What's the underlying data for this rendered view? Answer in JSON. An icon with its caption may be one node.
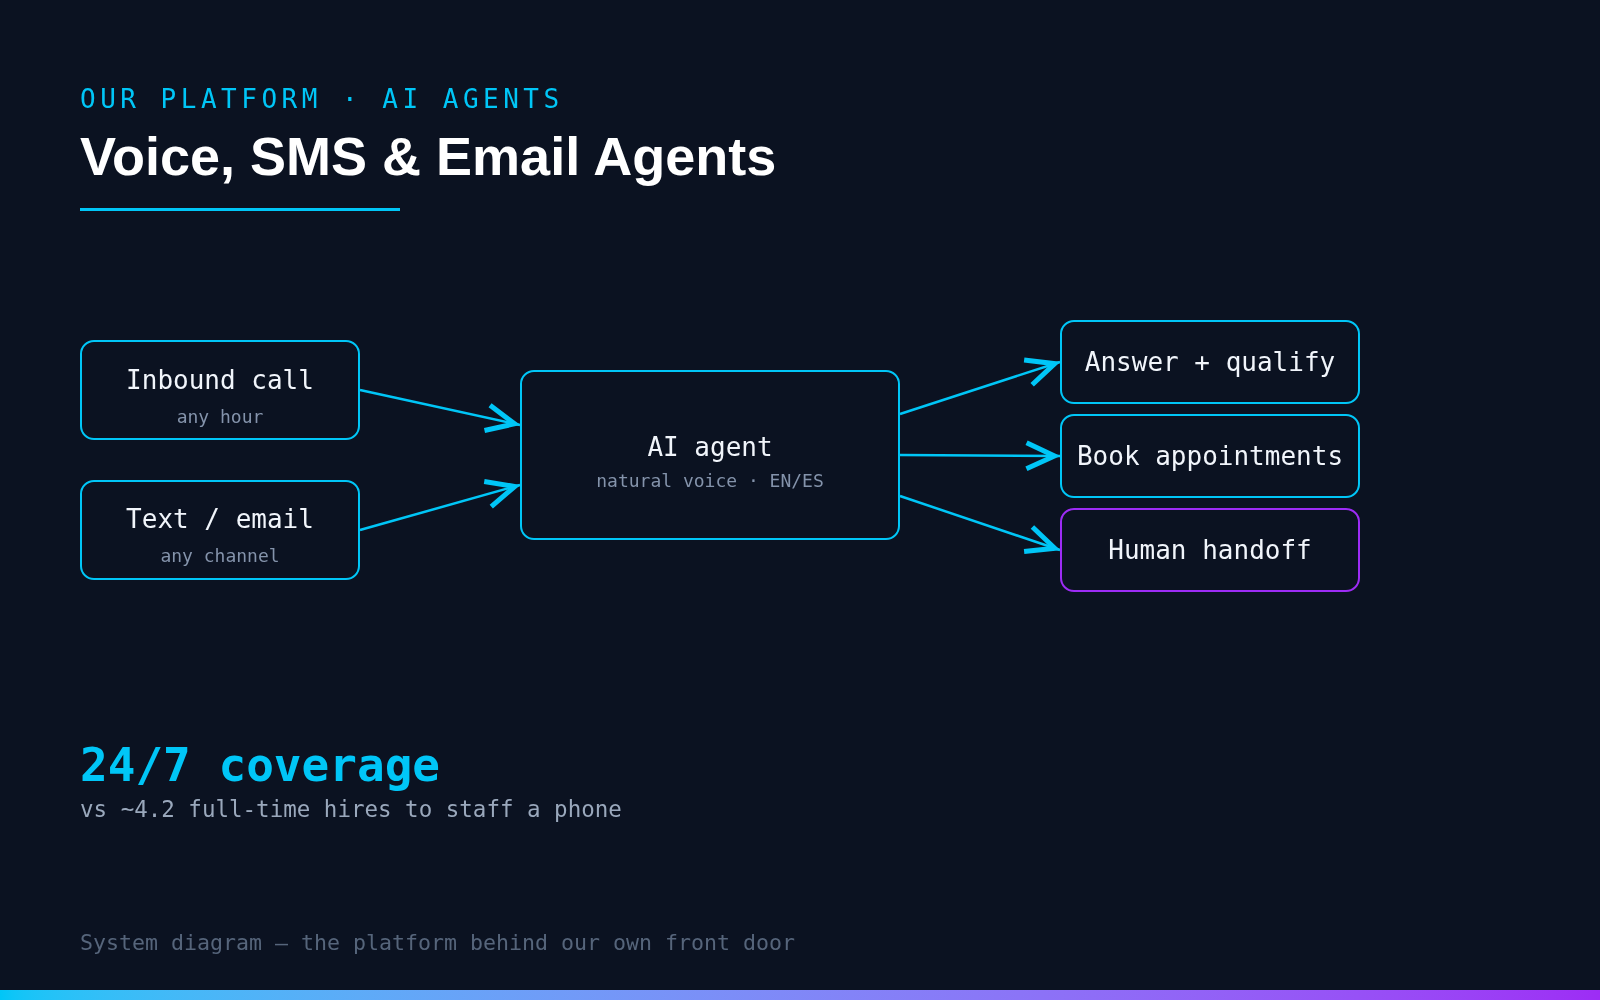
{
  "diagram": {
    "title": "Voice, SMS & Email Agents",
    "caption": "System diagram — the platform behind our own front door",
    "nodes": [
      {
        "text": [
          "Inbound call",
          "any hour"
        ]
      },
      {
        "text": [
          "Text / email",
          "any channel"
        ]
      },
      {
        "text": [
          "AI agent",
          "natural voice · EN/ES"
        ]
      },
      {
        "text": [
          "Answer + qualify"
        ]
      },
      {
        "text": [
          "Book appointments"
        ]
      },
      {
        "text": [
          "Human handoff"
        ]
      }
    ],
    "edges": [
      {
        "from": 0,
        "to": 2,
        "arrow": "to"
      },
      {
        "from": 1,
        "to": 2,
        "arrow": "to"
      },
      {
        "from": 2,
        "to": 3,
        "arrow": "to"
      },
      {
        "from": 2,
        "to": 4,
        "arrow": "to"
      },
      {
        "from": 2,
        "to": 5,
        "arrow": "to"
      }
    ],
    "labels": [
      "OUR PLATFORM · AI AGENTS",
      "24/7 coverage",
      "vs ~4.2 full-time hires to staff a phone"
    ]
  }
}
